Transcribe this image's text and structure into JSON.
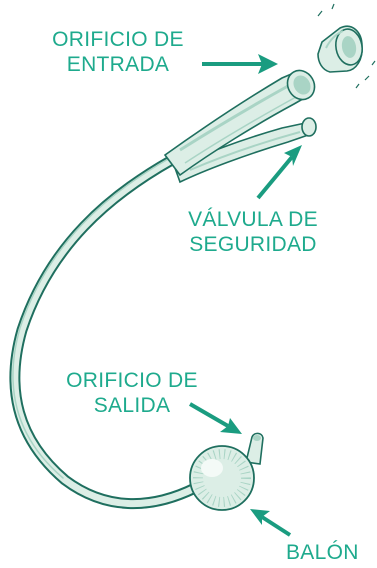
{
  "diagram": {
    "labels": {
      "inlet_line1": "ORIFICIO DE",
      "inlet_line2": "ENTRADA",
      "valve_line1": "VÁLVULA DE",
      "valve_line2": "SEGURIDAD",
      "outlet_line1": "ORIFICIO DE",
      "outlet_line2": "SALIDA",
      "balloon": "BALÓN"
    },
    "colors": {
      "label": "#1eaa8d",
      "arrow": "#1a9c80",
      "tube_fill": "#dceee6",
      "tube_outline": "#1f6f5f",
      "shade": "#a9d4c5"
    }
  }
}
